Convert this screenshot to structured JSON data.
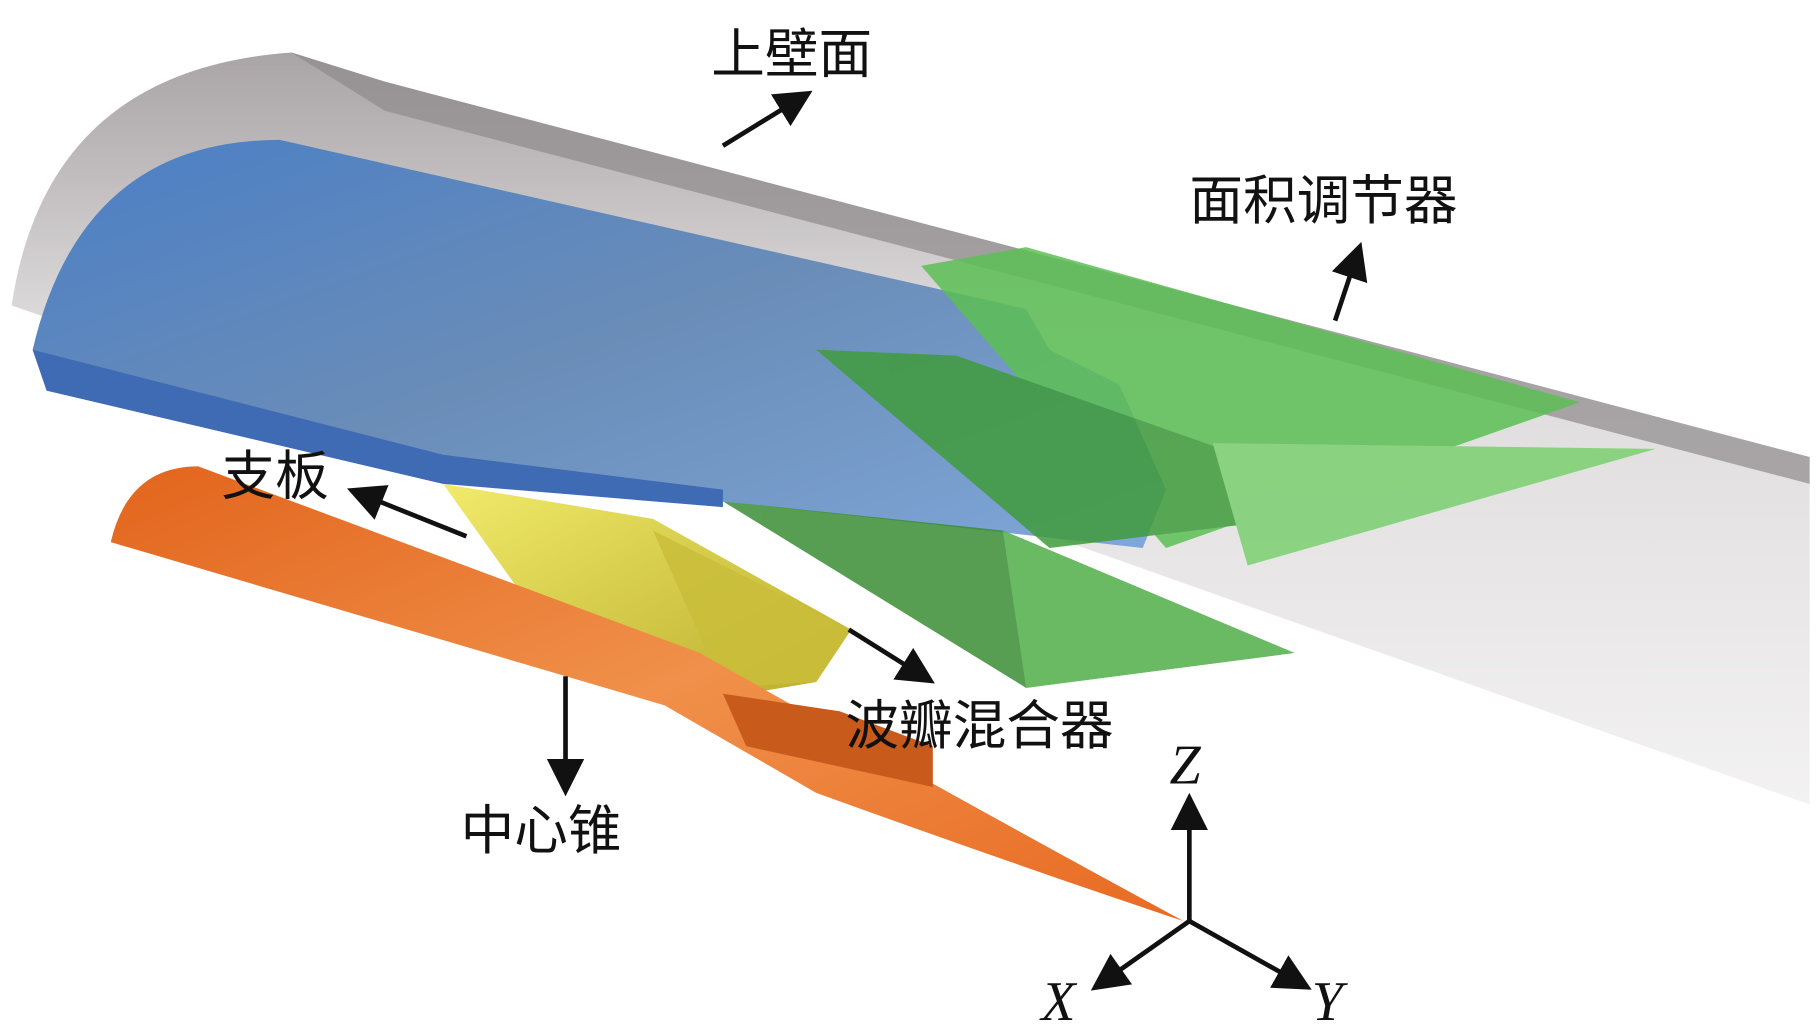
{
  "labels": {
    "upper_wall": "上壁面",
    "area_regulator": "面积调节器",
    "strut": "支板",
    "center_cone": "中心锥",
    "lobed_mixer": "波瓣混合器"
  },
  "axes": {
    "z": "Z",
    "x": "X",
    "y": "Y"
  },
  "colors": {
    "upper_wall": "#c9c5c6",
    "duct": "#5a86c4",
    "area_regulator": "#4fb84a",
    "strut": "#e3d94a",
    "center_cone": "#ea7a2c"
  }
}
